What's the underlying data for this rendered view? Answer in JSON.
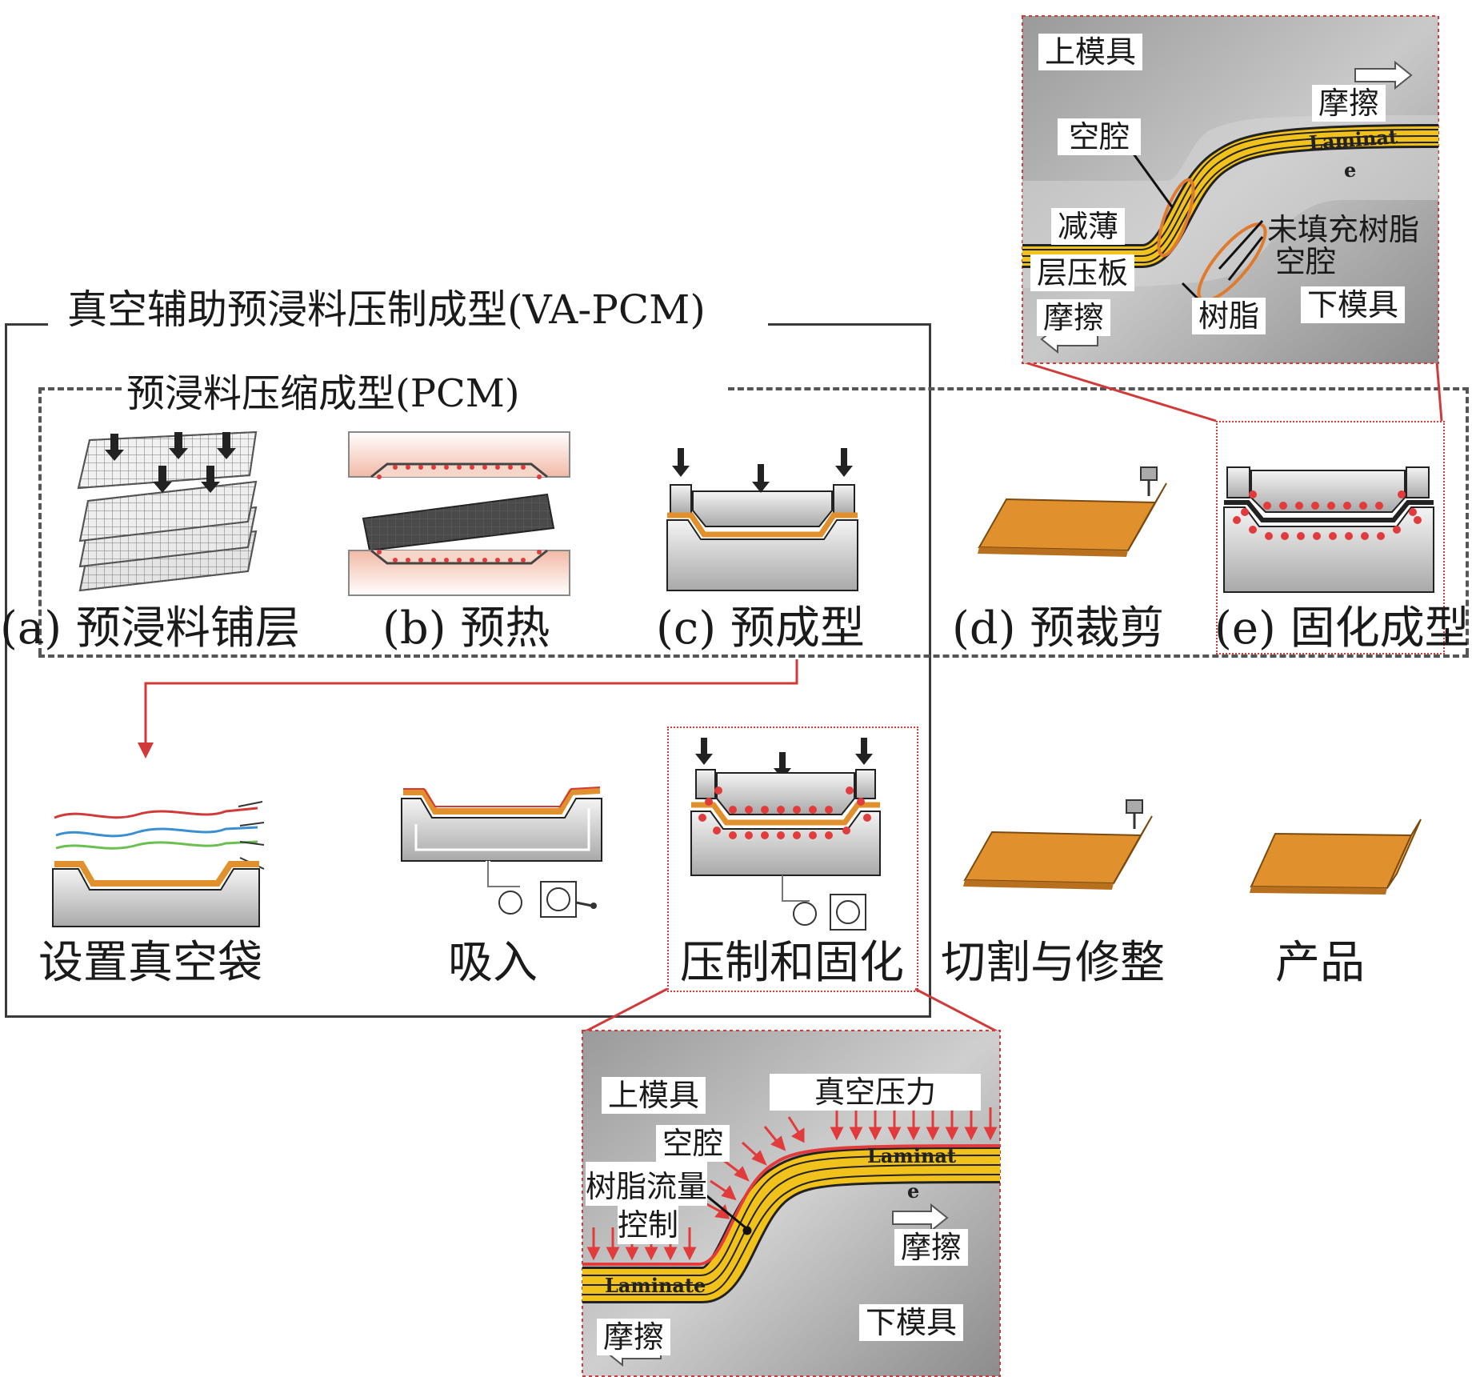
{
  "va_pcm_title": "真空辅助预浸料压制成型(VA-PCM)",
  "pcm_title": "预浸料压缩成型(PCM)",
  "pcm_steps": [
    {
      "label": "(a) 预浸料铺层"
    },
    {
      "label": "(b) 预热"
    },
    {
      "label": "(c) 预成型"
    },
    {
      "label": "(d) 预裁剪"
    },
    {
      "label": "(e) 固化成型"
    }
  ],
  "va_steps": [
    {
      "label": "设置真空袋"
    },
    {
      "label": "吸入"
    },
    {
      "label": "压制和固化"
    },
    {
      "label": "切割与修整"
    },
    {
      "label": "产品"
    }
  ],
  "top_detail": {
    "labels": {
      "upper_mold": "上模具",
      "friction_top": "摩擦",
      "cavity": "空腔",
      "thinning": "减薄",
      "unfilled_resin": "未填充树脂",
      "unfilled_cavity": "空腔",
      "laminate_cn": "层压板",
      "friction_bottom": "摩擦",
      "resin": "树脂",
      "lower_mold": "下模具",
      "laminate_en_1": "Laminat",
      "laminate_en_2": "e"
    }
  },
  "bottom_detail": {
    "labels": {
      "upper_mold": "上模具",
      "vacuum_pressure": "真空压力",
      "cavity": "空腔",
      "resin_flow_1": "树脂流量",
      "resin_flow_2": "控制",
      "friction_right": "摩擦",
      "laminate_en_1": "Laminat",
      "laminate_en_2": "e",
      "laminate_en_3": "Laminate",
      "lower_mold": "下模具",
      "friction_left": "摩擦"
    }
  },
  "colors": {
    "frame": "#3a3a3a",
    "dash": "#555555",
    "accent_red": "#d23a3a",
    "laminate_orange": "#e0912e",
    "laminate_yellow": "#f2c21c",
    "mold_gray": "#b9b9b9"
  }
}
